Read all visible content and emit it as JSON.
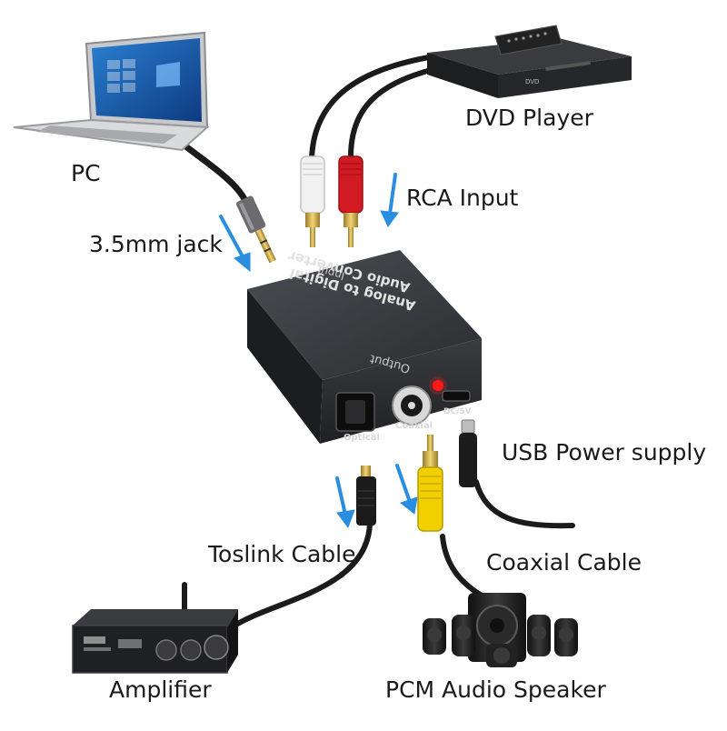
{
  "labels": {
    "pc": "PC",
    "jack": "3.5mm jack",
    "rca_input": "RCA Input",
    "dvd_player": "DVD Player",
    "usb_power": "USB Power supply",
    "toslink": "Toslink Cable",
    "coaxial_cable": "Coaxial Cable",
    "amplifier": "Amplifier",
    "speaker": "PCM Audio Speaker"
  },
  "device": {
    "title_line1": "Analog to Digital",
    "title_line2": "Audio Converter",
    "input_text": "Input",
    "output_text": "Output",
    "port_optical": "Optical",
    "port_coaxial": "Coaxial",
    "port_dc": "DC/5V"
  },
  "dvd_logo": "DVD",
  "colors": {
    "arrow": "#2a8ee0",
    "device_body": "#2e3034",
    "rca_red": "#d11a22",
    "rca_white": "#f1f1f1",
    "coax_yellow": "#f2d000",
    "cable": "#1b1b1b",
    "led": "#ff1a1a"
  }
}
